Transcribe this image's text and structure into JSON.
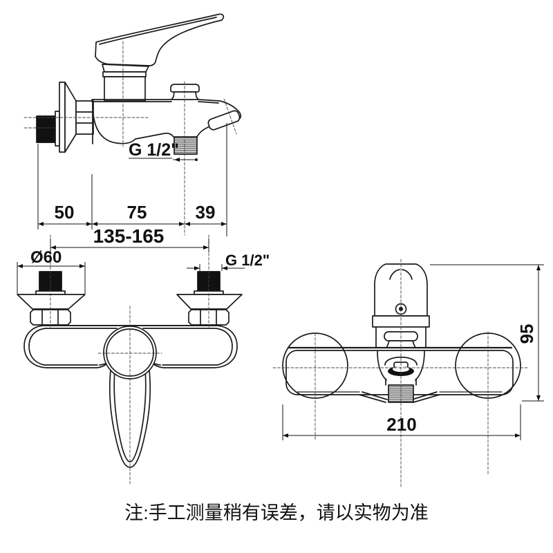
{
  "side_view": {
    "thread_label": "G 1/2\"",
    "dim_50": "50",
    "dim_75": "75",
    "dim_39": "39"
  },
  "front_view": {
    "dim_range": "135-165",
    "diameter_label": "Ø60",
    "thread_label": "G 1/2\""
  },
  "top_view": {
    "dim_height": "95",
    "dim_width": "210"
  },
  "note": {
    "text": "注:手工测量稍有误差，请以实物为准"
  },
  "colors": {
    "line": "#1a1a1a",
    "dim": "#111111",
    "pipe_fill": "#111111",
    "thread_fill": "#c9c9c9",
    "background": "#ffffff"
  }
}
